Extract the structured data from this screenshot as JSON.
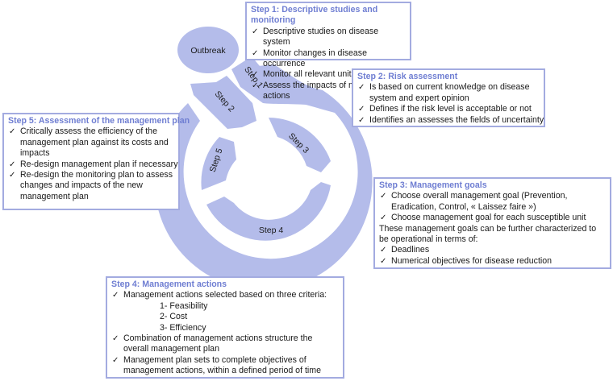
{
  "diagram": {
    "outbreak_label": "Outbreak",
    "step_labels": [
      "Step 1",
      "Step 2",
      "Step 3",
      "Step 4",
      "Step 5"
    ],
    "colors": {
      "shape_fill": "#b4bcea",
      "box_border": "#a3abe0",
      "title_text": "#6f7ed2"
    }
  },
  "step1": {
    "title": "Step 1: Descriptive studies and monitoring",
    "items": [
      "Descriptive studies on disease system",
      "Monitor changes in disease occurrence",
      "Monitor all relevant units (wild host, domestic, environment)",
      "Assess the impacts of management actions"
    ]
  },
  "step2": {
    "title": "Step 2: Risk assessment",
    "items": [
      "Is based on current knowledge on disease system and expert opinion",
      "Defines if the risk level is acceptable or not",
      "Identifies an assesses the fields of uncertainty"
    ]
  },
  "step3": {
    "title": "Step 3: Management goals",
    "items": [
      "Choose overall management goal (Prevention, Eradication, Control, « Laissez faire »)",
      "Choose management goal for each susceptible unit"
    ],
    "note": "These management goals can be further characterized to be operational in terms of:",
    "items2": [
      "Deadlines",
      "Numerical objectives for disease reduction"
    ]
  },
  "step4": {
    "title": "Step 4: Management actions",
    "item1": "Management actions selected based on three criteria:",
    "criteria": [
      "1- Feasibility",
      "2- Cost",
      "3- Efficiency"
    ],
    "item2": "Combination of management actions structure the overall management plan",
    "item3": "Management plan sets to complete objectives of management actions, within a defined period of time"
  },
  "step5": {
    "title": "Step 5: Assessment of the management plan",
    "items": [
      "Critically assess the efficiency of the management plan against its costs and impacts",
      "Re-design management plan if necessary",
      "Re-design the monitoring plan to assess changes and impacts of the new management plan"
    ]
  }
}
